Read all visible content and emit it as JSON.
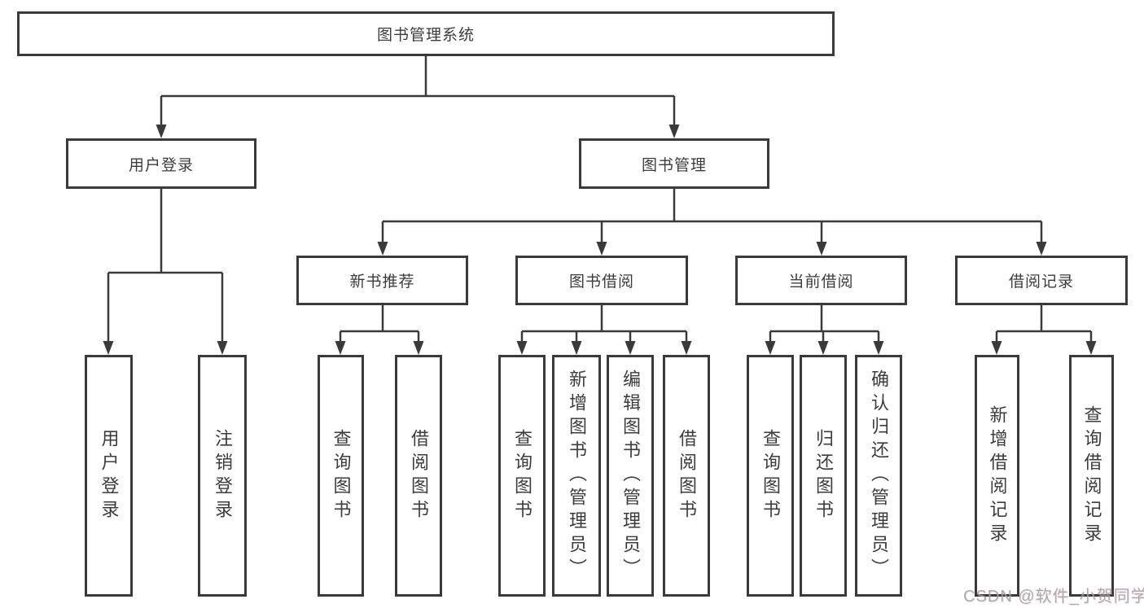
{
  "diagram": {
    "root": {
      "label": "图书管理系统"
    },
    "branches": [
      {
        "label": "用户登录",
        "children": [
          {
            "label": "用户登录"
          },
          {
            "label": "注销登录"
          }
        ]
      },
      {
        "label": "图书管理",
        "children": [
          {
            "label": "新书推荐",
            "children": [
              {
                "label": "查询图书"
              },
              {
                "label": "借阅图书"
              }
            ]
          },
          {
            "label": "图书借阅",
            "children": [
              {
                "label": "查询图书"
              },
              {
                "label": "新增图书（管理员）"
              },
              {
                "label": "编辑图书（管理员）"
              },
              {
                "label": "借阅图书"
              }
            ]
          },
          {
            "label": "当前借阅",
            "children": [
              {
                "label": "查询图书"
              },
              {
                "label": "归还图书"
              },
              {
                "label": "确认归还（管理员）"
              }
            ]
          },
          {
            "label": "借阅记录",
            "children": [
              {
                "label": "新增借阅记录"
              },
              {
                "label": "查询借阅记录"
              }
            ]
          }
        ]
      }
    ]
  },
  "watermark": {
    "text": "CSDN @软件_小贺同学"
  },
  "colors": {
    "line": "#3a3a3a",
    "box_border": "#3a3a3a",
    "text": "#3c3c3c",
    "background": "#ffffff",
    "watermark": "#a09ea8"
  }
}
